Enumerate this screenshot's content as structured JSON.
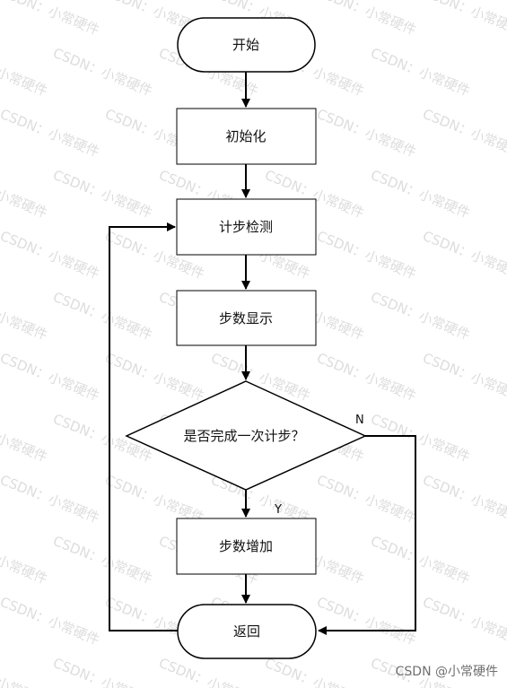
{
  "watermark_text": "CSDN：小常硬件",
  "footer_watermark": "CSDN @小常硬件",
  "flowchart": {
    "nodes": {
      "start": "开始",
      "init": "初始化",
      "detect": "计步检测",
      "display": "步数显示",
      "decision": "是否完成一次计步？",
      "increment": "步数增加",
      "return": "返回"
    },
    "branches": {
      "no": "N",
      "yes": "Y"
    }
  }
}
